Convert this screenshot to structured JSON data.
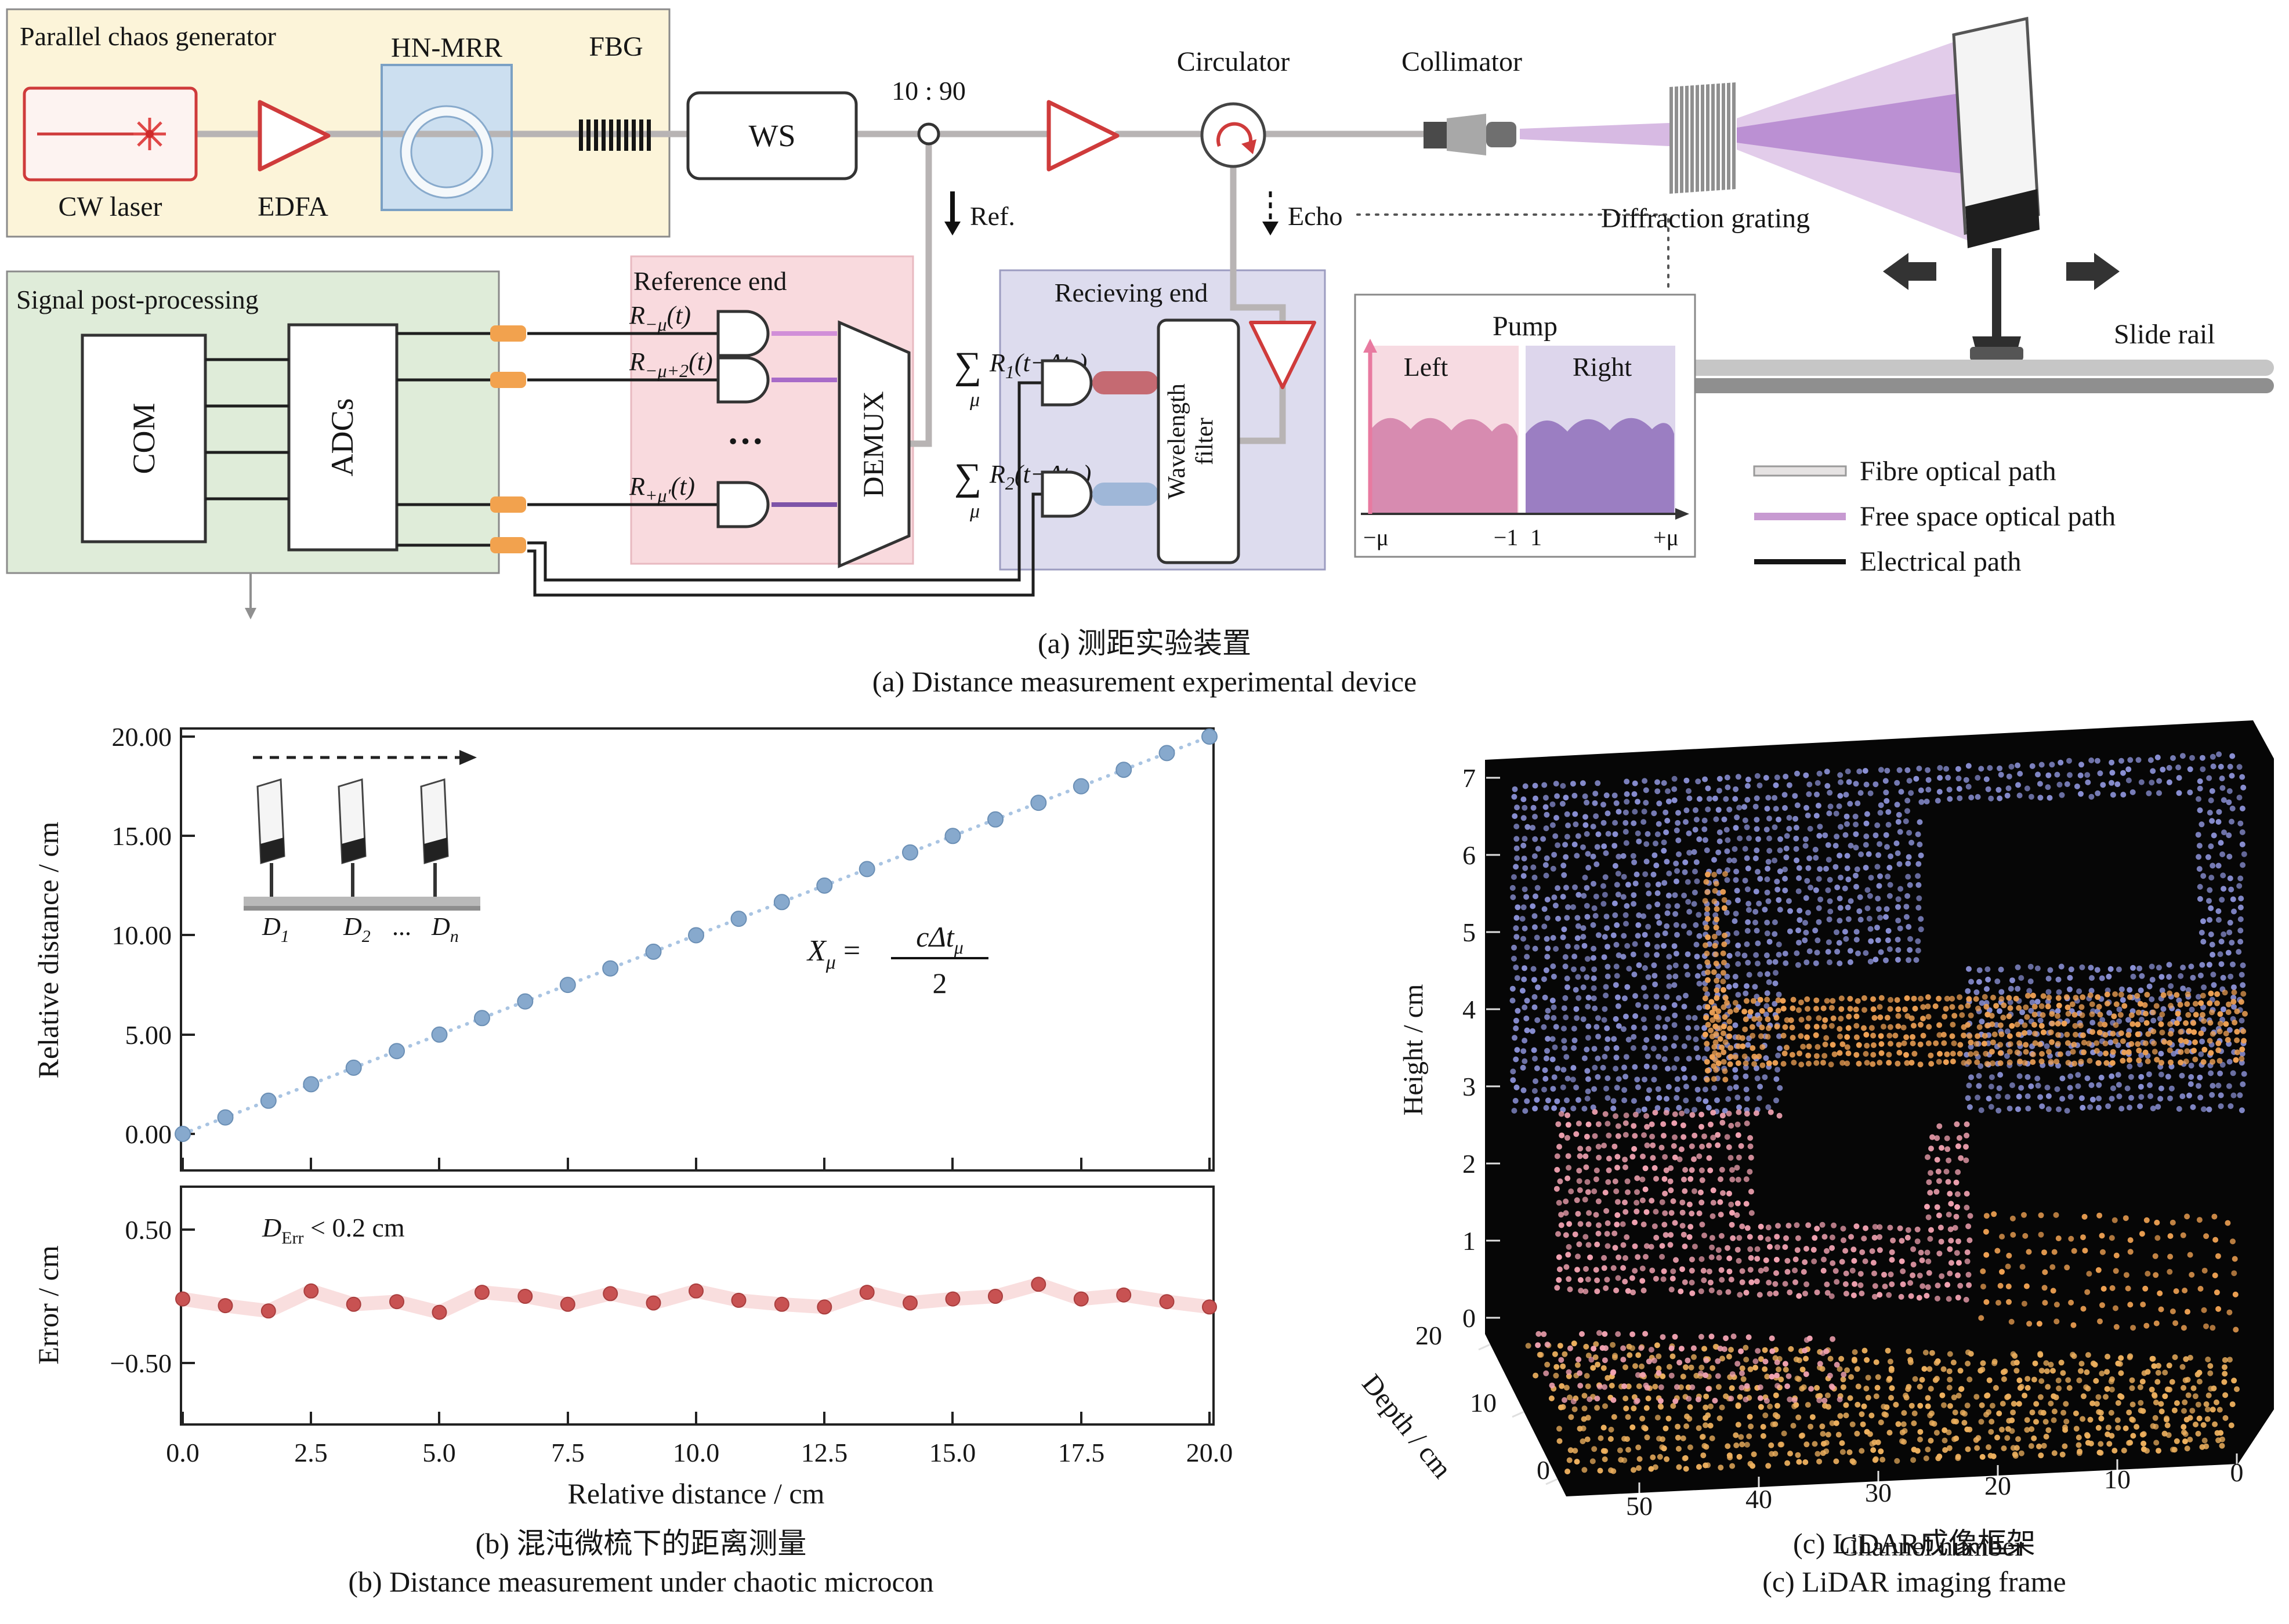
{
  "panel_a": {
    "caption_zh": "(a) 测距实验装置",
    "caption_en": "(a) Distance measurement experimental device",
    "chaos_generator": "Parallel chaos generator",
    "cw_laser": "CW laser",
    "edfa": "EDFA",
    "hn_mrr": "HN-MRR",
    "fbg": "FBG",
    "ws": "WS",
    "split_ratio": "10 : 90",
    "ref": "Ref.",
    "echo": "Echo",
    "circulator": "Circulator",
    "collimator": "Collimator",
    "diffraction_grating": "Diffraction grating",
    "slide_rail": "Slide rail",
    "signal_post_processing": "Signal post-processing",
    "com": "COM",
    "adcs": "ADCs",
    "reference_end": "Reference end",
    "receiving_end": "Recieving end",
    "demux": "DEMUX",
    "wavelength_filter_1": "Wavelength",
    "wavelength_filter_2": "filter",
    "r1": {
      "base": "R",
      "sub": "−μ",
      "arg": "(t)"
    },
    "r2": {
      "base": "R",
      "sub": "−μ+2",
      "arg": "(t)"
    },
    "r3": {
      "base": "R",
      "sub": "+μ′",
      "arg": "(t)"
    },
    "dots1": "···",
    "dots2": "···",
    "sum1": {
      "sigma": "∑",
      "sigma_sub": "μ",
      "r": "R",
      "r_sub": "1",
      "arg": "(t−Δt",
      "arg_sub": "μ",
      "close": ")"
    },
    "sum2": {
      "sigma": "∑",
      "sigma_sub": "μ",
      "r": "R",
      "r_sub": "2",
      "arg": "(t−Δt",
      "arg_sub": "μ′",
      "close": ")"
    },
    "pump": {
      "title": "Pump",
      "left": "Left",
      "right": "Right",
      "t1": "−μ",
      "t2": "−1",
      "t3": "1",
      "t4": "+μ"
    },
    "legend": {
      "fibre": "Fibre optical path",
      "free_space": "Free space optical path",
      "electrical": "Electrical path"
    }
  },
  "panel_b": {
    "caption_zh": "(b) 混沌微梳下的距离测量",
    "caption_en": "(b) Distance measurement under chaotic microcon",
    "ylabel_top": "Relative distance / cm",
    "ylabel_bottom": "Error / cm",
    "xlabel": "Relative distance / cm",
    "ytick_top": [
      "20.00",
      "15.00",
      "10.00",
      "5.00",
      "0.00"
    ],
    "ytick_bottom": [
      "0.50",
      "−0.50"
    ],
    "xticks": [
      "0.0",
      "2.5",
      "5.0",
      "7.5",
      "10.0",
      "12.5",
      "15.0",
      "17.5",
      "20.0"
    ],
    "annotation": {
      "d": "D",
      "sub": "Err",
      "rest": " < 0.2 cm"
    },
    "equation": {
      "x": "X",
      "x_sub": "μ",
      "eq": " = ",
      "num": "cΔt",
      "num_sub": "μ",
      "den": "2"
    },
    "inset": {
      "d1": "D",
      "s1": "1",
      "d2": "D",
      "s2": "2",
      "dots": "...",
      "dn": "D",
      "sn": "n"
    }
  },
  "panel_c": {
    "caption_zh": "(c) LiDAR成像框架",
    "caption_en": "(c) LiDAR imaging frame",
    "ylabel": "Height / cm",
    "depth_label": "Depth / cm",
    "xlabel": "Channel number",
    "height_ticks": [
      "7",
      "6",
      "5",
      "4",
      "3",
      "2",
      "1",
      "0"
    ],
    "depth_ticks": [
      "20",
      "10",
      "0"
    ],
    "channel_ticks": [
      "50",
      "40",
      "30",
      "20",
      "10",
      "0"
    ]
  },
  "chart_data": [
    {
      "type": "scatter",
      "title": "Distance measurement under chaotic microcomb",
      "xlabel": "Relative distance / cm",
      "ylabel": "Relative distance / cm",
      "xlim": [
        0,
        20
      ],
      "ylim": [
        0,
        20
      ],
      "fit": "y = x",
      "x": [
        0,
        0.83,
        1.67,
        2.5,
        3.33,
        4.17,
        5,
        5.83,
        6.67,
        7.5,
        8.33,
        9.17,
        10,
        10.83,
        11.67,
        12.5,
        13.33,
        14.17,
        15,
        15.83,
        16.67,
        17.5,
        18.33,
        19.17,
        20
      ],
      "measured": [
        0,
        0.83,
        1.67,
        2.5,
        3.33,
        4.17,
        5,
        5.83,
        6.67,
        7.5,
        8.33,
        9.17,
        10,
        10.83,
        11.67,
        12.5,
        13.33,
        14.17,
        15,
        15.83,
        16.67,
        17.5,
        18.33,
        19.17,
        20
      ]
    },
    {
      "type": "scatter",
      "ylabel": "Error / cm",
      "xlim": [
        0,
        20
      ],
      "ylim": [
        -0.75,
        0.75
      ],
      "annotation": "D_Err < 0.2 cm",
      "x": [
        0,
        0.83,
        1.67,
        2.5,
        3.33,
        4.17,
        5,
        5.83,
        6.67,
        7.5,
        8.33,
        9.17,
        10,
        10.83,
        11.67,
        12.5,
        13.33,
        14.17,
        15,
        15.83,
        16.67,
        17.5,
        18.33,
        19.17,
        20
      ],
      "error": [
        -0.02,
        -0.07,
        -0.11,
        0.04,
        -0.06,
        -0.04,
        -0.12,
        0.03,
        0,
        -0.06,
        0.02,
        -0.05,
        0.04,
        -0.03,
        -0.06,
        -0.08,
        0.03,
        -0.05,
        -0.02,
        0,
        0.09,
        -0.02,
        0.01,
        -0.04,
        -0.08
      ]
    },
    {
      "type": "scatter3d",
      "xlabel": "Channel number",
      "ylabel": "Depth / cm",
      "zlabel": "Height / cm",
      "x_ticks": [
        50,
        40,
        30,
        20,
        10,
        0
      ],
      "depth_ticks": [
        20,
        10,
        0
      ],
      "height_ticks": [
        0,
        1,
        2,
        3,
        4,
        5,
        6,
        7
      ],
      "background": "#000000",
      "point_colors": {
        "wall": "#8a90d4",
        "object": "#f0a255",
        "mid": "#f2a3b2",
        "floor": "#edb05e"
      },
      "render": {
        "quads": {
          "wall": [
            [
              2612,
              1358
            ],
            [
              3872,
              1302
            ],
            [
              3872,
              2330
            ],
            [
              2612,
              2296
            ]
          ],
          "floor": [
            [
              2612,
              2296
            ],
            [
              3872,
              2330
            ],
            [
              3856,
              2508
            ],
            [
              2700,
              2560
            ]
          ]
        },
        "voids": [
          [
            0.565,
            0.06,
            0.925,
            0.345
          ],
          [
            0.37,
            0.35,
            0.62,
            0.6
          ],
          [
            0.33,
            0.62,
            0.56,
            0.8
          ]
        ],
        "regions": [
          {
            "quad": "wall",
            "u": [
              0,
              1
            ],
            "v": [
              0,
              0.6
            ],
            "du": 0.0138,
            "dv": 0.0185,
            "color": "#8a90d4",
            "jitter": 0.004,
            "r": 5,
            "voids": true
          },
          {
            "quad": "wall",
            "u": [
              0.27,
              1
            ],
            "v": [
              0.4,
              0.52
            ],
            "du": 0.011,
            "dv": 0.016,
            "color": "#f0a255",
            "jitter": 0.003,
            "r": 5,
            "voids": false
          },
          {
            "quad": "wall",
            "u": [
              0.262,
              0.287
            ],
            "v": [
              0.17,
              0.54
            ],
            "du": 0.012,
            "dv": 0.016,
            "color": "#f0a255",
            "jitter": 0.002,
            "r": 5,
            "voids": false
          },
          {
            "quad": "wall",
            "u": [
              0.06,
              0.62
            ],
            "v": [
              0.6,
              0.94
            ],
            "du": 0.013,
            "dv": 0.02,
            "color": "#f2a3b2",
            "jitter": 0.004,
            "r": 5,
            "voids": true
          },
          {
            "quad": "wall",
            "u": [
              0.64,
              0.99
            ],
            "v": [
              0.78,
              0.99
            ],
            "du": 0.02,
            "dv": 0.03,
            "color": "#eda052",
            "jitter": 0.006,
            "r": 5,
            "voids": false
          },
          {
            "quad": "floor",
            "u": [
              0.02,
              0.99
            ],
            "v": [
              0.08,
              0.96
            ],
            "du": 0.016,
            "dv": 0.07,
            "color": "#edb05e",
            "jitter": 0.012,
            "r": 5,
            "voids": false
          },
          {
            "quad": "floor",
            "u": [
              0.03,
              0.45
            ],
            "v": [
              0,
              0.5
            ],
            "du": 0.02,
            "dv": 0.09,
            "color": "#f2a3b2",
            "jitter": 0.012,
            "r": 5,
            "voids": false
          }
        ]
      }
    }
  ]
}
